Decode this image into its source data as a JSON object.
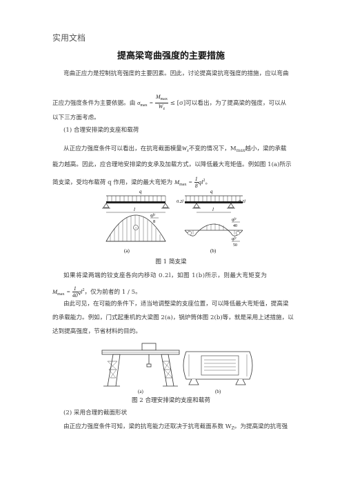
{
  "header": {
    "label": "实用文档"
  },
  "title": "提高梁弯曲强度的主要措施",
  "intro": {
    "line1": "弯曲正应力是控制抗弯强度的主要因素。因此，讨论提高梁抗弯强度的措施，应以弯曲",
    "line2_pre": "正应力强度条件为主要依据。由",
    "line2_post": "可以看出，为了提高梁的强度，可以从",
    "line3": "以下三方面考虑。"
  },
  "formula1": {
    "sigma": "σ",
    "sigma_sub": "max",
    "eq": "=",
    "num": "M",
    "num_sub": "max",
    "den": "W",
    "den_sub": "z",
    "rel": "≤ [σ]"
  },
  "section1": {
    "heading": "(1)  合理安排梁的支座和载荷",
    "line1_pre": "从正应力强度条件可以看出，在抗弯截面模量",
    "line1_W": "W",
    "line1_Wsub": "z",
    "line1_mid": "不变的情况下，M",
    "line1_Msub": "max",
    "line1_post": "越小，梁的承载",
    "line2": "能力越高。因此，应合理地安排梁的支承及加载方式，以降低最大弯矩值。例如图 1(a)所示",
    "line3_pre": "简支梁，受均布载荷 q 作用，梁的最大弯矩为",
    "line3_post": "。"
  },
  "formula2": {
    "M": "M",
    "M_sub": "max",
    "eq": "=",
    "num": "1",
    "den": "8",
    "tail": "ql",
    "tail_sup": "2"
  },
  "figure1": {
    "caption": "图 1  简支梁",
    "a_label": "(a)",
    "b_label": "(b)",
    "q_a": "q",
    "q_b": "q",
    "l_a": "l",
    "l_b": "l",
    "m_a": "ql²",
    "m_a_den": "8",
    "b_dim_left": "0.2l",
    "b_dim_right": "0.2l",
    "b_pos_num": "ql²",
    "b_pos_den": "40",
    "b_neg_num": "ql²",
    "b_neg_den": "50"
  },
  "para_move": {
    "line1": "如果将梁两端的铰支座各向内移动  0.2l，如图  1(b)所示，则最大弯矩变为",
    "line2_post": "，仅为前者的 1 / 5。"
  },
  "formula3": {
    "M": "M",
    "M_sub": "max",
    "eq": "=",
    "num": "1",
    "den": "40",
    "tail": "ql",
    "tail_sup": "2"
  },
  "para_example": {
    "line1": "由此可见，在可能的条件下，适当地调整梁的支座位置，可以降低最大弯矩值，提高梁",
    "line2": "的承载能力。例如，门式起重机的大梁图 2(a)，锅炉筒体图 2(b)等，就是采用上述措施，以",
    "line3": "达到提高强度，节省材料的目的。"
  },
  "figure2": {
    "caption": "图 2  合理安排梁的支座和载荷",
    "a_label": "(a)",
    "b_label": "(b)"
  },
  "section2": {
    "heading": "(2)  采用合理的截面形状",
    "line1_pre": "由正应力强度条件可知，梁的抗弯能力还取决于抗弯截面系数 W",
    "line1_sub": "Z",
    "line1_post": "。为提高梁的抗弯强"
  }
}
